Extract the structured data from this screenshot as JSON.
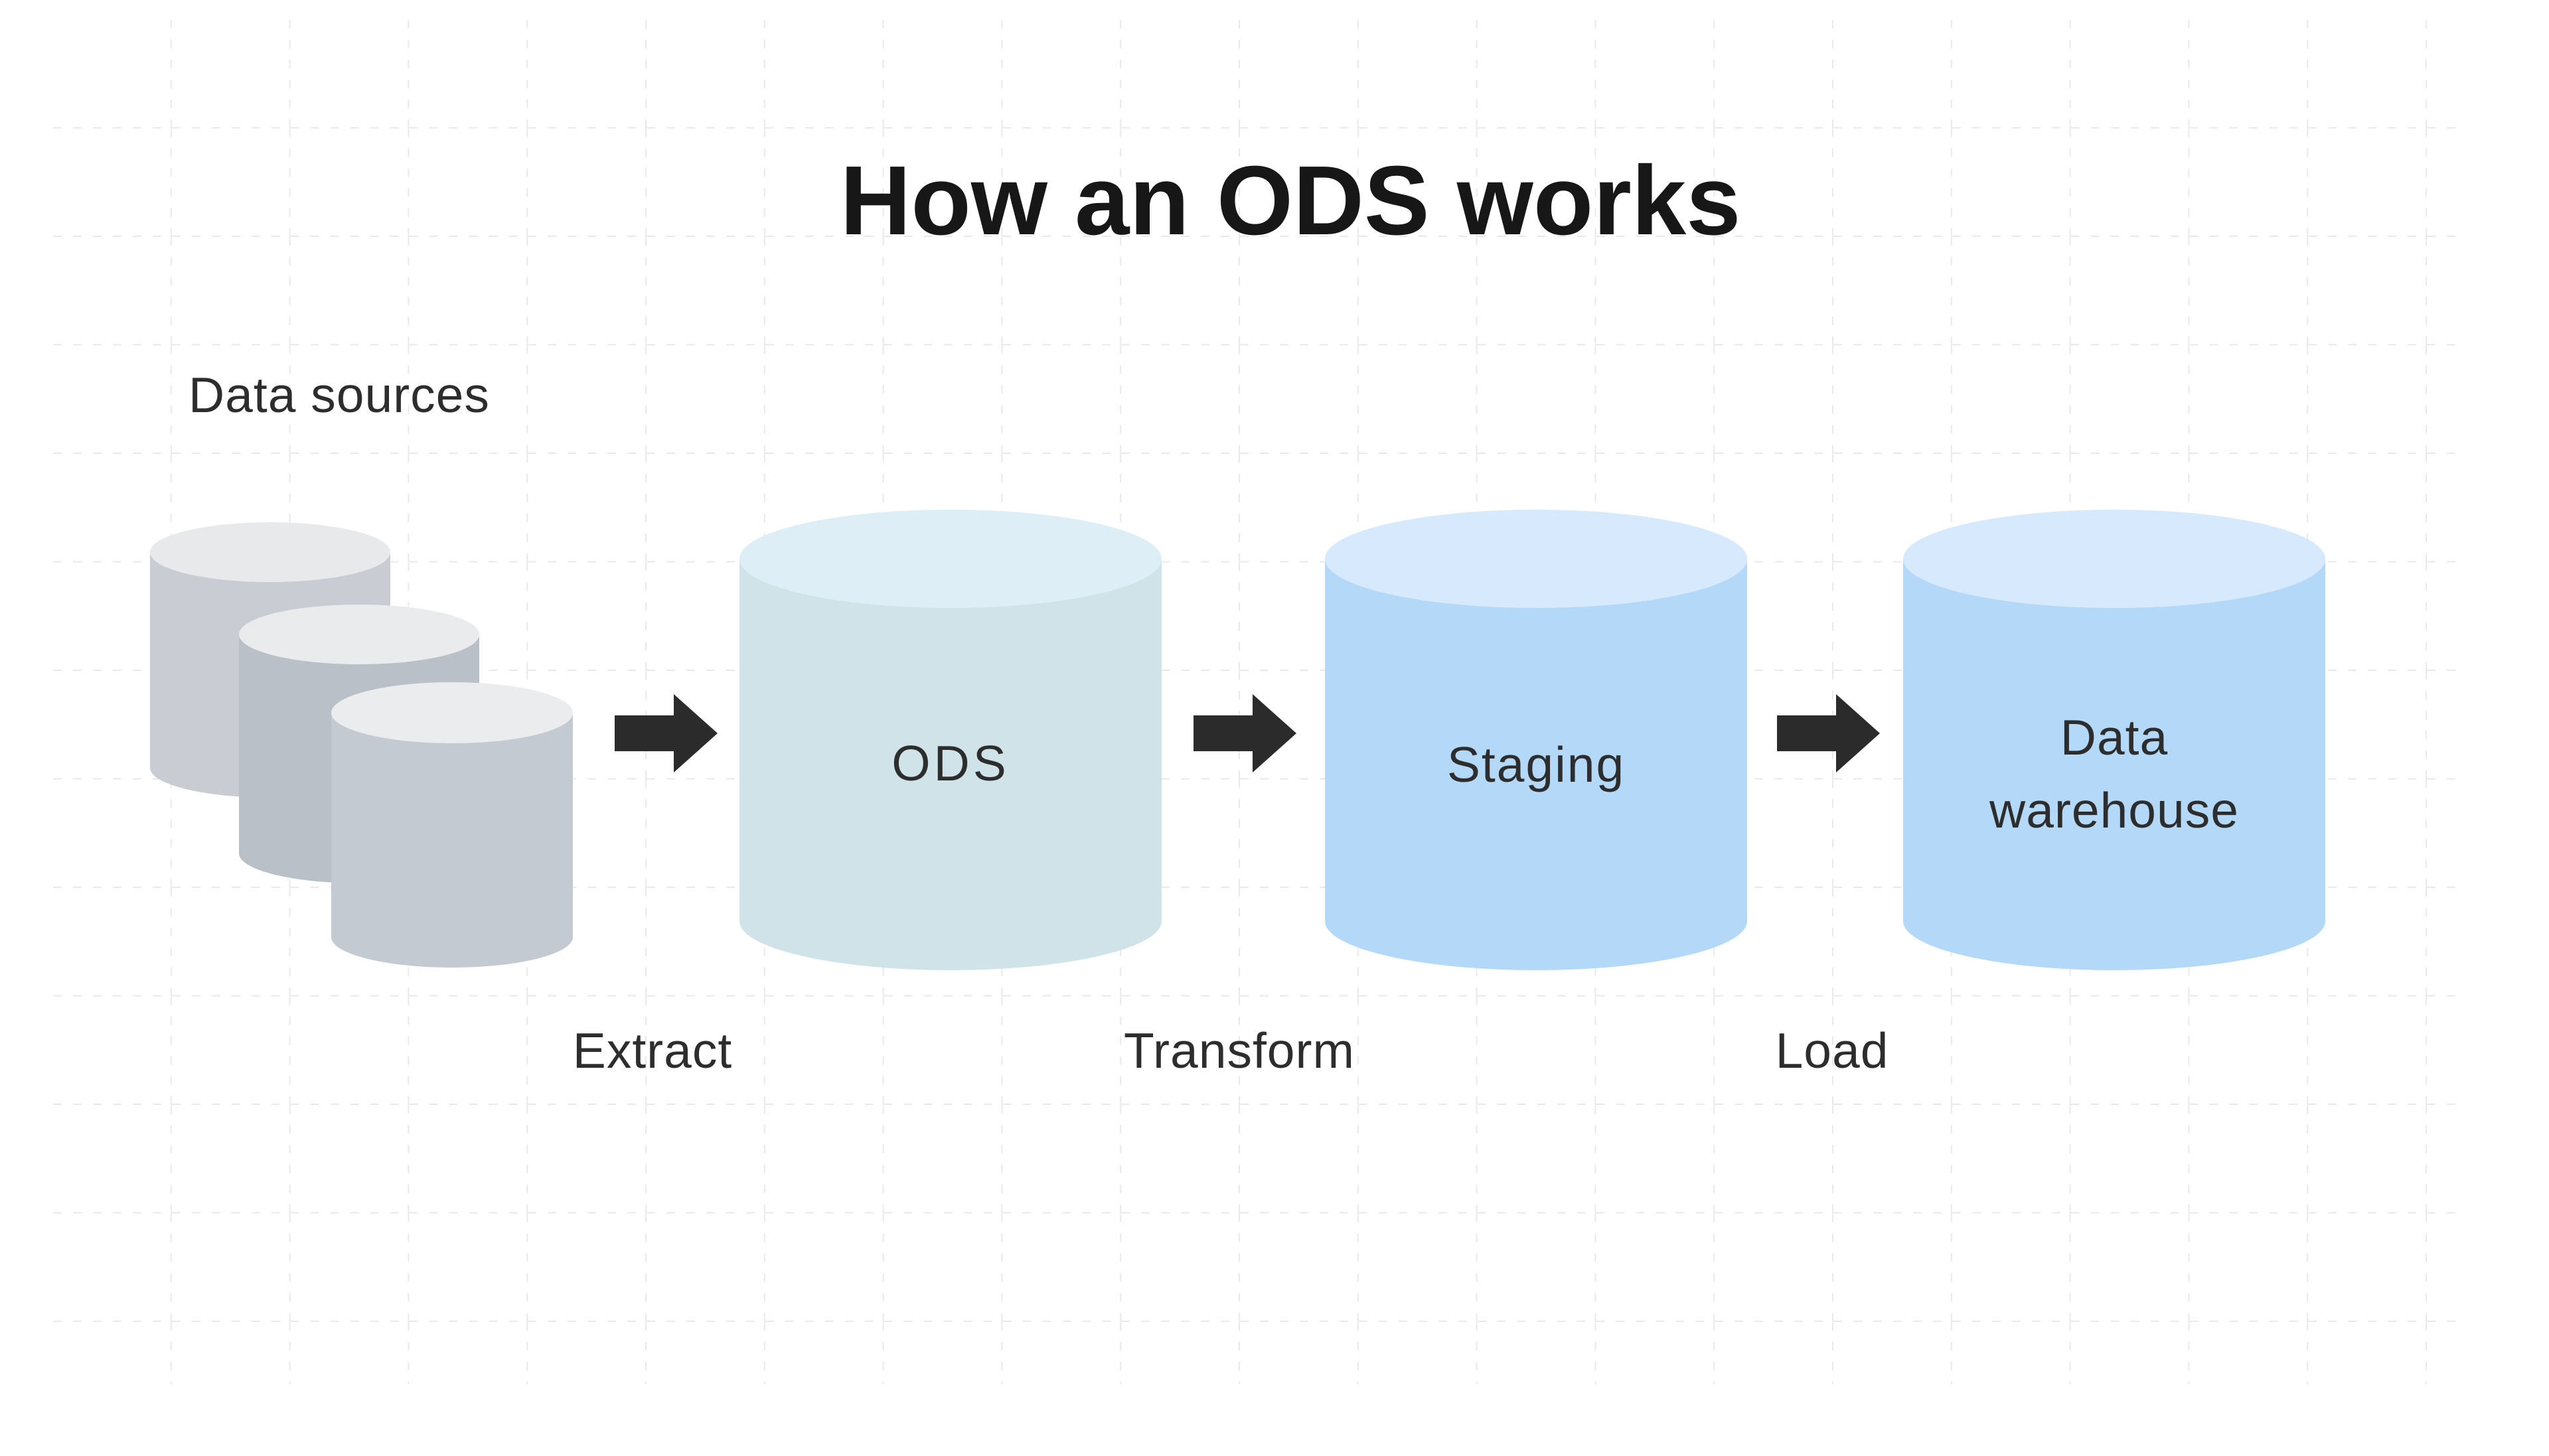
{
  "header": {
    "title": "How an ODS works"
  },
  "diagram": {
    "background": "#ffffff",
    "grid_color": "#e9e9ec",
    "title_color": "#171717",
    "text_color": "#2d2d2d",
    "arrow_color": "#2b2b2b",
    "sources_label": "Data sources",
    "source_count": 3,
    "sources": [
      {
        "body_color": "#c9cdd3",
        "top_color": "#e8e9eb"
      },
      {
        "body_color": "#b9c0c8",
        "top_color": "#eaebed"
      },
      {
        "body_color": "#c4cad1",
        "top_color": "#ebecee"
      }
    ],
    "nodes": [
      {
        "id": "ods",
        "label": "ODS",
        "body_color": "#cfe3e9",
        "top_color": "#ddeef6"
      },
      {
        "id": "staging",
        "label": "Staging",
        "body_color": "#b3d8f8",
        "top_color": "#d7e9fc"
      },
      {
        "id": "data-warehouse",
        "label": "Data warehouse",
        "body_color": "#b3d8f8",
        "top_color": "#d7e9fc"
      }
    ],
    "steps": [
      {
        "label": "Extract"
      },
      {
        "label": "Transform"
      },
      {
        "label": "Load"
      }
    ]
  }
}
